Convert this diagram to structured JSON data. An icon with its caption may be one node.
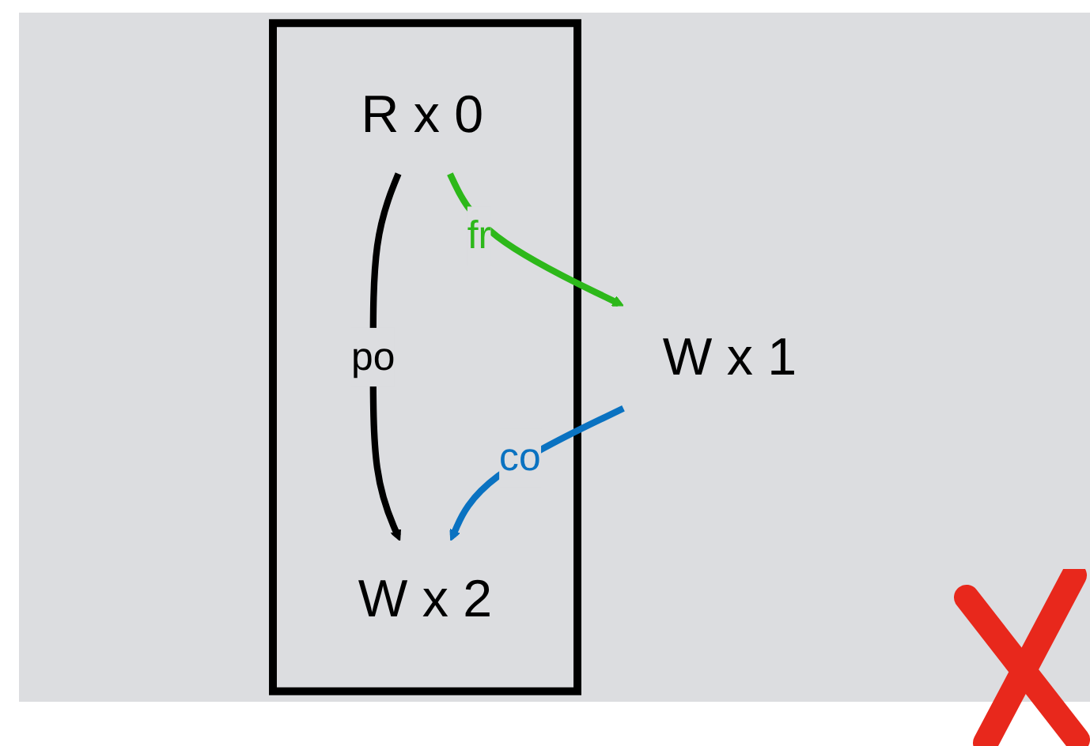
{
  "diagram": {
    "nodes": [
      {
        "text": [],
        "shape": "box"
      },
      {
        "text": [
          "R x 0"
        ],
        "in": 0
      },
      {
        "text": [
          "W x 1"
        ]
      },
      {
        "text": [
          "W x 2"
        ],
        "in": 0
      }
    ],
    "edges": [
      {
        "from": 1,
        "to": 3,
        "arrow": "to",
        "label": "po",
        "color": "#000000"
      },
      {
        "from": 1,
        "to": 2,
        "arrow": "to",
        "label": "fr",
        "color": "#2db81a"
      },
      {
        "from": 2,
        "to": 3,
        "arrow": "to",
        "label": "co",
        "color": "#0a72c1"
      }
    ]
  }
}
